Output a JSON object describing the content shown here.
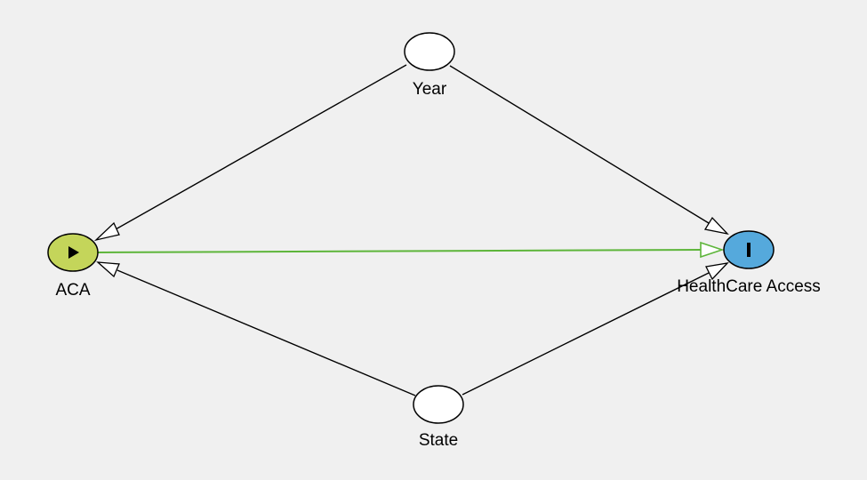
{
  "colors": {
    "background": "#f0f0f0",
    "exposure_fill": "#c4d55a",
    "outcome_fill": "#55a9dc",
    "covariate_fill": "#ffffff",
    "causal_path": "#5db53a",
    "edge": "#000000"
  },
  "nodes": {
    "year": {
      "label": "Year",
      "role": "covariate"
    },
    "aca": {
      "label": "ACA",
      "role": "exposure",
      "icon": "play-icon"
    },
    "healthcare": {
      "label": "HealthCare Access",
      "role": "outcome",
      "icon": "bar-icon"
    },
    "state": {
      "label": "State",
      "role": "covariate"
    }
  },
  "edges": [
    {
      "from": "Year",
      "to": "ACA",
      "type": "directed"
    },
    {
      "from": "Year",
      "to": "HealthCare Access",
      "type": "directed"
    },
    {
      "from": "State",
      "to": "ACA",
      "type": "directed"
    },
    {
      "from": "State",
      "to": "HealthCare Access",
      "type": "directed"
    },
    {
      "from": "ACA",
      "to": "HealthCare Access",
      "type": "causal"
    }
  ]
}
